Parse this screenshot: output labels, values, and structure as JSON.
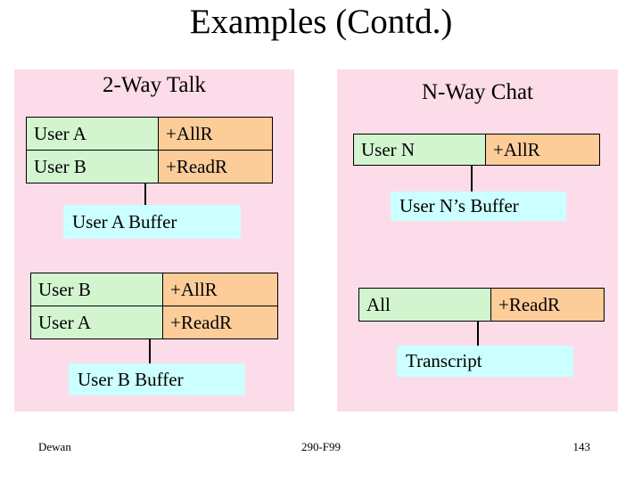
{
  "title": "Examples (Contd.)",
  "colors": {
    "panel_pink": "#FDDCE9",
    "cell_green": "#D2F5CF",
    "cell_orange": "#FCCC99",
    "buffer_cyan": "#CCFFFF"
  },
  "left_panel": {
    "title": "2-Way Talk",
    "top_table": {
      "rows": [
        [
          "User A",
          "+AllR"
        ],
        [
          "User B",
          "+ReadR"
        ]
      ]
    },
    "top_buffer": "User A Buffer",
    "bottom_table": {
      "rows": [
        [
          "User B",
          "+AllR"
        ],
        [
          "User A",
          "+ReadR"
        ]
      ]
    },
    "bottom_buffer": "User B Buffer"
  },
  "right_panel": {
    "title": "N-Way Chat",
    "top_table": {
      "rows": [
        [
          "User N",
          "+AllR"
        ]
      ]
    },
    "top_buffer": "User N’s Buffer",
    "bottom_table": {
      "rows": [
        [
          "All",
          "+ReadR"
        ]
      ]
    },
    "bottom_buffer": "Transcript"
  },
  "footer": {
    "author": "Dewan",
    "course": "290-F99",
    "page_number": "143"
  }
}
